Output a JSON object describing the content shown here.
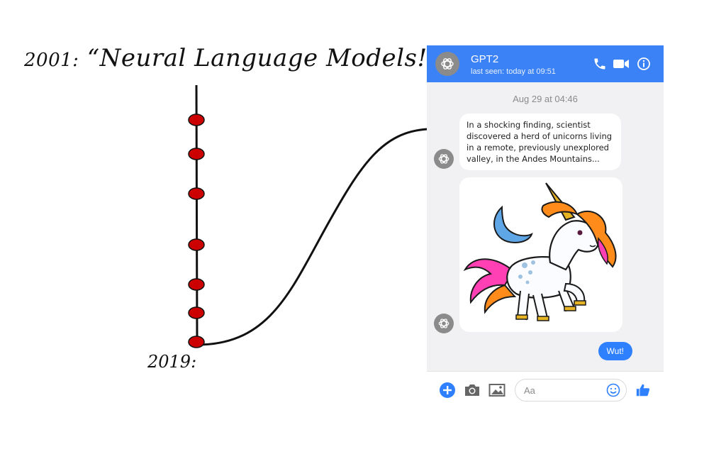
{
  "timeline": {
    "start_year": "2001:",
    "start_label": "“Neural Language Models!”",
    "end_year": "2019:"
  },
  "chat": {
    "contact_name": "GPT2",
    "status": "last seen: today at 09:51",
    "date_separator": "Aug 29 at 04:46",
    "messages": [
      {
        "from": "GPT2",
        "type": "text",
        "text": "In a shocking finding, scientist discovered a herd of unicorns living in a remote, previously unexplored valley, in the Andes Mountains..."
      },
      {
        "from": "GPT2",
        "type": "image",
        "image": "unicorn-illustration"
      },
      {
        "from": "me",
        "type": "text",
        "text": "Wut!"
      }
    ],
    "input_placeholder": "Aa",
    "header_icons": [
      "phone-icon",
      "video-camera-icon",
      "info-icon"
    ],
    "footer_icons": [
      "plus-icon",
      "camera-icon",
      "gallery-icon",
      "emoji-icon",
      "thumbs-up-icon"
    ],
    "colors": {
      "header": "#3b82f6",
      "outgoing_bubble": "#2f80ff",
      "background": "#f1f1f3"
    }
  }
}
